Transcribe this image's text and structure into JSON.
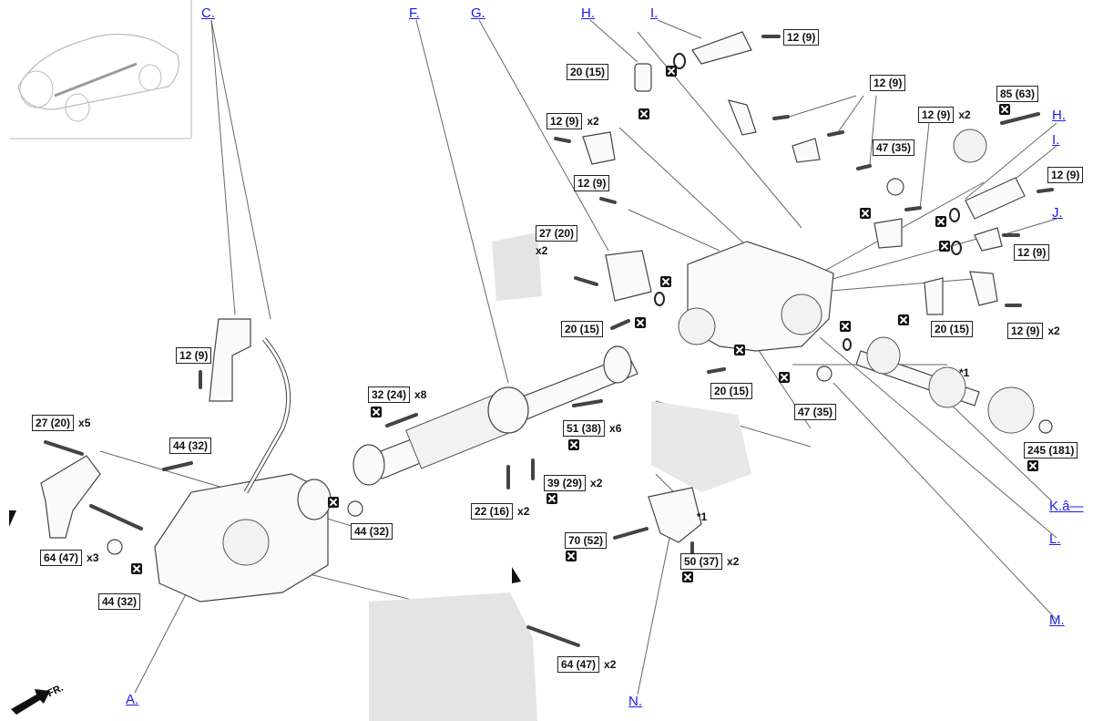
{
  "fr_label": "FR.",
  "callouts": [
    {
      "name": "callout-c-top",
      "text": "C."
    },
    {
      "name": "callout-f",
      "text": "F."
    },
    {
      "name": "callout-g",
      "text": "G."
    },
    {
      "name": "callout-h-top",
      "text": "H."
    },
    {
      "name": "callout-i-top",
      "text": "I."
    },
    {
      "name": "callout-h-right",
      "text": "H."
    },
    {
      "name": "callout-i-right",
      "text": "I."
    },
    {
      "name": "callout-j",
      "text": "J."
    },
    {
      "name": "callout-k",
      "text": "K.â—"
    },
    {
      "name": "callout-l",
      "text": "L."
    },
    {
      "name": "callout-m",
      "text": "M."
    },
    {
      "name": "callout-a",
      "text": "A."
    },
    {
      "name": "callout-n",
      "text": "N."
    }
  ],
  "torques": [
    {
      "name": "torque-12-9-sensor-i",
      "value": "12 (9)",
      "mult": ""
    },
    {
      "name": "torque-20-15-sensor-h",
      "value": "20 (15)",
      "mult": ""
    },
    {
      "name": "torque-12-9-bracket-g",
      "value": "12 (9)",
      "mult": "x2"
    },
    {
      "name": "torque-12-9-g-lower",
      "value": "12 (9)",
      "mult": ""
    },
    {
      "name": "torque-12-9-brackets-top",
      "value": "12 (9)",
      "mult": ""
    },
    {
      "name": "torque-12-9-x2-right",
      "value": "12 (9)",
      "mult": "x2"
    },
    {
      "name": "torque-85-63",
      "value": "85 (63)",
      "mult": ""
    },
    {
      "name": "torque-47-35-plug-top",
      "value": "47 (35)",
      "mult": ""
    },
    {
      "name": "torque-12-9-i-right",
      "value": "12 (9)",
      "mult": ""
    },
    {
      "name": "torque-12-9-j",
      "value": "12 (9)",
      "mult": ""
    },
    {
      "name": "torque-27-20-x2",
      "value": "27 (20)",
      "mult": "x2"
    },
    {
      "name": "torque-20-15-left-plug",
      "value": "20 (15)",
      "mult": ""
    },
    {
      "name": "torque-20-15-right-sensor",
      "value": "20 (15)",
      "mult": ""
    },
    {
      "name": "torque-12-9-x2-bottom-right",
      "value": "12 (9)",
      "mult": "x2"
    },
    {
      "name": "torque-12-9-bracket-c",
      "value": "12 (9)",
      "mult": ""
    },
    {
      "name": "torque-20-15-drain",
      "value": "20 (15)",
      "mult": ""
    },
    {
      "name": "torque-47-35-plug-bottom",
      "value": "47 (35)",
      "mult": ""
    },
    {
      "name": "torque-245-181",
      "value": "245 (181)",
      "mult": ""
    },
    {
      "name": "torque-32-24-x8",
      "value": "32 (24)",
      "mult": "x8"
    },
    {
      "name": "torque-51-38-x6",
      "value": "51 (38)",
      "mult": "x6"
    },
    {
      "name": "torque-27-20-x5",
      "value": "27 (20)",
      "mult": "x5"
    },
    {
      "name": "torque-44-32-bolt",
      "value": "44 (32)",
      "mult": ""
    },
    {
      "name": "torque-39-29-x2",
      "value": "39 (29)",
      "mult": "x2"
    },
    {
      "name": "torque-22-16-x2",
      "value": "22 (16)",
      "mult": "x2"
    },
    {
      "name": "torque-44-32-plug-right",
      "value": "44 (32)",
      "mult": ""
    },
    {
      "name": "torque-64-47-x3",
      "value": "64 (47)",
      "mult": "x3"
    },
    {
      "name": "torque-44-32-plug-left",
      "value": "44 (32)",
      "mult": ""
    },
    {
      "name": "torque-70-52",
      "value": "70 (52)",
      "mult": ""
    },
    {
      "name": "torque-50-37-x2",
      "value": "50 (37)",
      "mult": "x2"
    },
    {
      "name": "torque-64-47-x2",
      "value": "64 (47)",
      "mult": "x2"
    }
  ],
  "refs": [
    {
      "name": "ref-star1-halfshaft",
      "text": "*1"
    },
    {
      "name": "ref-star1-mount",
      "text": "*1"
    }
  ],
  "replace_icon": "x-box-replace-icon"
}
